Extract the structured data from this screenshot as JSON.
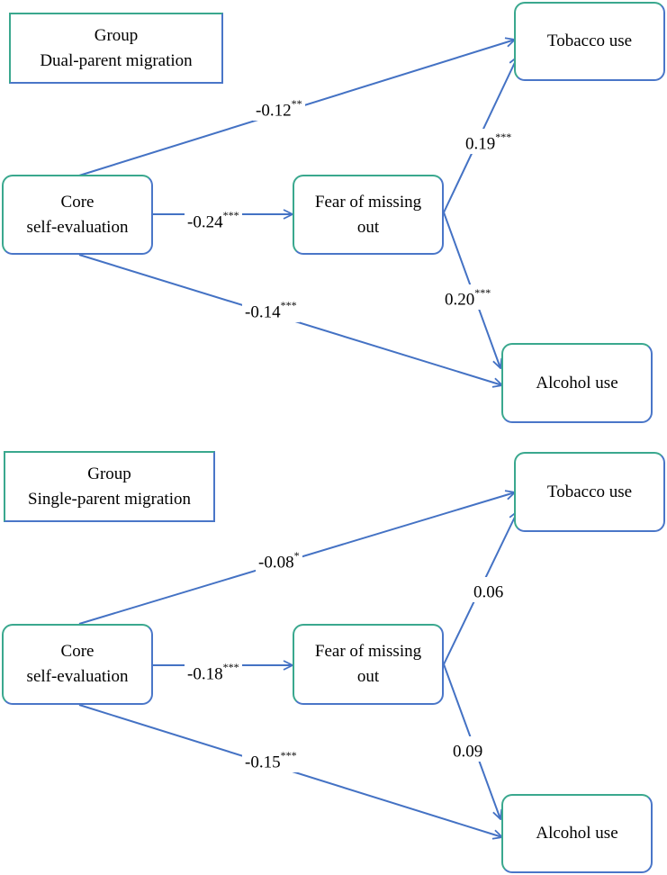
{
  "colors": {
    "arrow": "#4472c4",
    "box_border_a": "#3aa88e",
    "box_border_b": "#4a76c8"
  },
  "panels": [
    {
      "group_title": "Group",
      "group_name": "Dual-parent migration",
      "nodes": {
        "cse_line1": "Core",
        "cse_line2": "self-evaluation",
        "fomo_line1": "Fear of missing",
        "fomo_line2": "out",
        "tobacco": "Tobacco use",
        "alcohol": "Alcohol use"
      },
      "paths": {
        "cse_tobacco": {
          "value": "-0.12",
          "sig": "**"
        },
        "cse_fomo": {
          "value": "-0.24",
          "sig": "***"
        },
        "cse_alcohol": {
          "value": "-0.14",
          "sig": "***"
        },
        "fomo_tobacco": {
          "value": "0.19",
          "sig": "***"
        },
        "fomo_alcohol": {
          "value": "0.20",
          "sig": "***"
        }
      }
    },
    {
      "group_title": "Group",
      "group_name": "Single-parent migration",
      "nodes": {
        "cse_line1": "Core",
        "cse_line2": "self-evaluation",
        "fomo_line1": "Fear of missing",
        "fomo_line2": "out",
        "tobacco": "Tobacco use",
        "alcohol": "Alcohol use"
      },
      "paths": {
        "cse_tobacco": {
          "value": "-0.08",
          "sig": "*"
        },
        "cse_fomo": {
          "value": "-0.18",
          "sig": "***"
        },
        "cse_alcohol": {
          "value": "-0.15",
          "sig": "***"
        },
        "fomo_tobacco": {
          "value": "0.06",
          "sig": ""
        },
        "fomo_alcohol": {
          "value": "0.09",
          "sig": ""
        }
      }
    }
  ]
}
